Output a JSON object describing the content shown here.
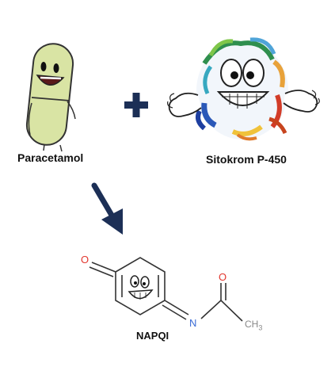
{
  "labels": {
    "paracetamol": "Paracetamol",
    "enzyme": "Sitokrom P-450",
    "product": "NAPQI"
  },
  "operator": "+",
  "atoms": {
    "oxygen_1": "O",
    "oxygen_2": "O",
    "nitrogen": "N",
    "methyl": "CH3"
  },
  "colors": {
    "arrow": "#1c2f56",
    "plus": "#1c2f56",
    "pill": "#d9e4a4",
    "oxygen": "#e2362e",
    "nitrogen": "#3a6bd6",
    "methyl": "#888888"
  }
}
